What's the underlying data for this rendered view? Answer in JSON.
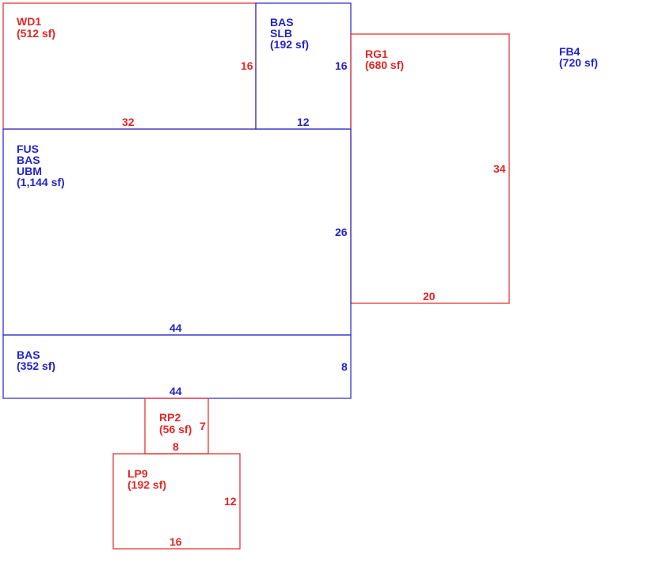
{
  "colors": {
    "red": "#e32626",
    "blue": "#2424c8"
  },
  "areas": [
    {
      "id": "wd1",
      "color": "red",
      "lines": [
        "WD1",
        "(512 sf)"
      ],
      "dims": [
        "16",
        "32"
      ]
    },
    {
      "id": "bas-slb",
      "color": "blue",
      "lines": [
        "BAS",
        "SLB",
        "(192 sf)"
      ],
      "dims": [
        "16",
        "12"
      ]
    },
    {
      "id": "rg1",
      "color": "red",
      "lines": [
        "RG1",
        "(680 sf)"
      ],
      "dims": [
        "34",
        "20"
      ]
    },
    {
      "id": "fb4",
      "color": "blue",
      "lines": [
        "FB4",
        "(720 sf)"
      ],
      "dims": []
    },
    {
      "id": "fus-bas-ubm",
      "color": "blue",
      "lines": [
        "FUS",
        "BAS",
        "UBM",
        "(1,144 sf)"
      ],
      "dims": [
        "26",
        "44"
      ]
    },
    {
      "id": "bas",
      "color": "blue",
      "lines": [
        "BAS",
        "(352 sf)"
      ],
      "dims": [
        "8",
        "44"
      ]
    },
    {
      "id": "rp2",
      "color": "red",
      "lines": [
        "RP2",
        "(56 sf)"
      ],
      "dims": [
        "7",
        "8"
      ]
    },
    {
      "id": "lp9",
      "color": "red",
      "lines": [
        "LP9",
        "(192 sf)"
      ],
      "dims": [
        "12",
        "16"
      ]
    }
  ]
}
